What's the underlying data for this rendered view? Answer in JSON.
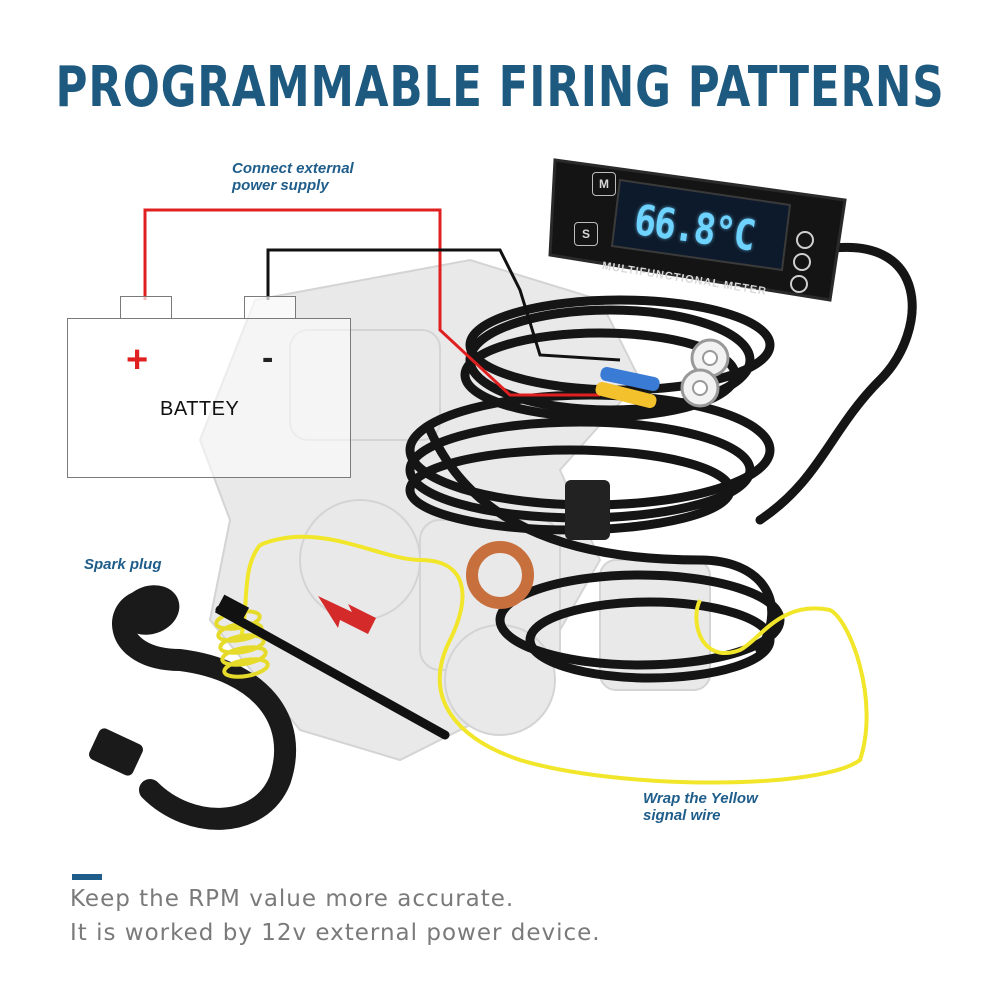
{
  "title": "PROGRAMMABLE FIRING PATTERNS",
  "callouts": {
    "power_line1": "Connect external",
    "power_line2": "power supply",
    "spark_plug": "Spark plug",
    "signal_line1": "Wrap the Yellow",
    "signal_line2": "signal wire"
  },
  "battery": {
    "label": "BATTEY",
    "plus": "+",
    "minus": "-"
  },
  "meter": {
    "reading": "66.8°C",
    "label": "MULTIFUNCTIONAL METER",
    "button_m": "M",
    "button_s": "S"
  },
  "footer": {
    "line1": "Keep the RPM value more accurate.",
    "line2": "It is worked by 12v external power device."
  },
  "colors": {
    "title": "#1e5a80",
    "callout": "#1f5d8a",
    "positive_wire": "#e02020",
    "negative_wire": "#111111",
    "signal_wire": "#f2e62a",
    "display": "#6fd3ff",
    "footer_text": "#7a7a7a"
  },
  "icons": [
    "power-icon",
    "timer-icon",
    "thermometer-icon",
    "arrow-icon",
    "spark-plug-cap-icon",
    "ring-terminal-icon"
  ]
}
